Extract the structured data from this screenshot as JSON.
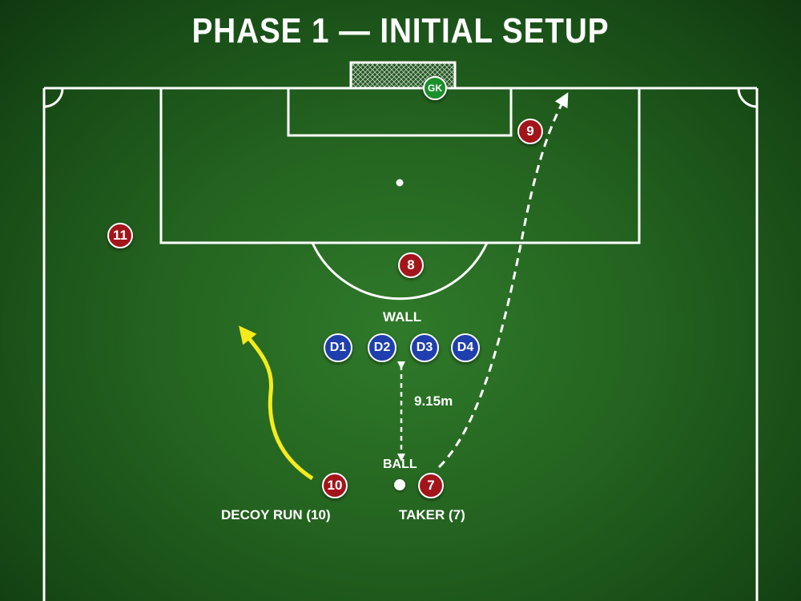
{
  "title": "PHASE 1 — INITIAL SETUP",
  "labels": {
    "wall": "WALL",
    "distance": "9.15m",
    "ball": "BALL",
    "decoy": "DECOY RUN (10)",
    "taker": "TAKER (7)"
  },
  "players": {
    "attackers": [
      "9",
      "11",
      "8",
      "10",
      "7"
    ],
    "defenders": [
      "D1",
      "D2",
      "D3",
      "D4"
    ],
    "goalkeeper": "GK"
  },
  "colors": {
    "attacker": "#a3151b",
    "defender": "#1f3fae",
    "goalkeeper": "#1a8f2a",
    "decoy_run_arrow": "#f5eb1c",
    "pass_arrow": "#ffffff",
    "pitch": "#23621f"
  }
}
